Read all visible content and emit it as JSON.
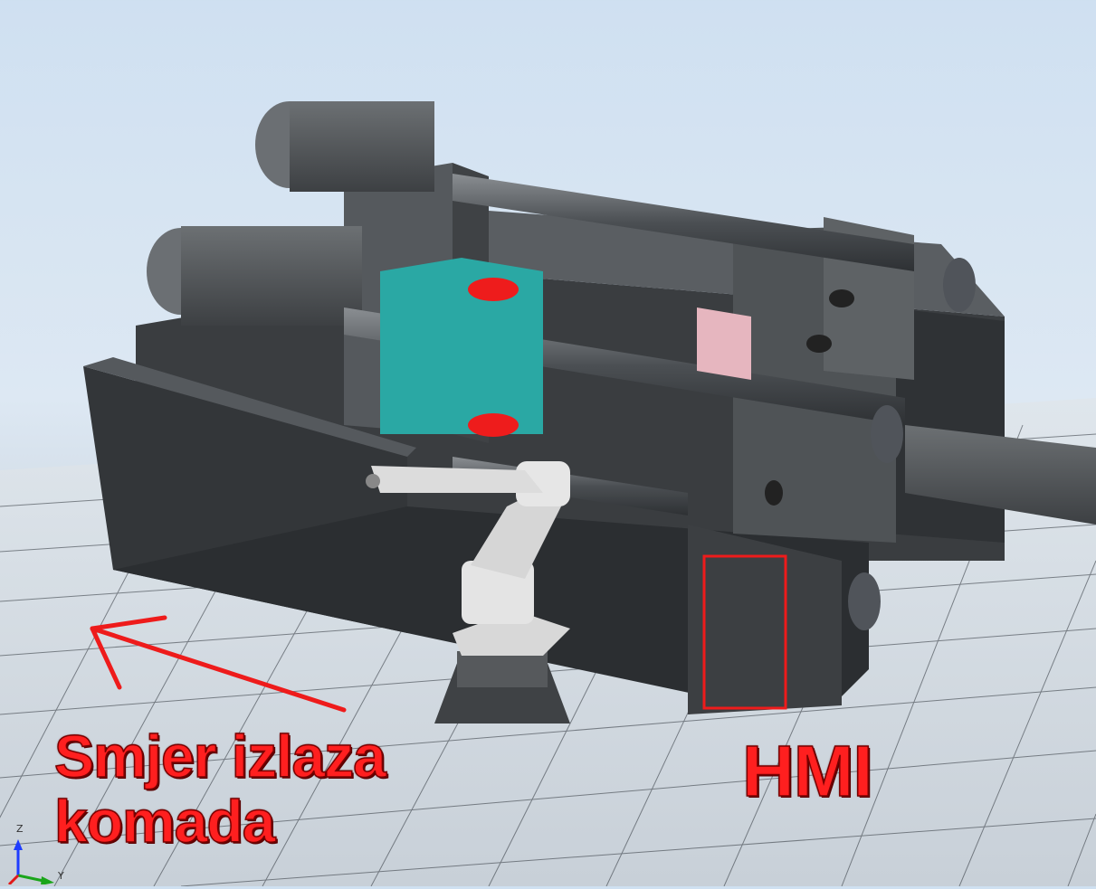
{
  "annotations": {
    "direction_line1": "Smjer izlaza",
    "direction_line2": "komada",
    "hmi": "HMI"
  },
  "axis_gizmo": {
    "z": "Z",
    "y": "Y"
  },
  "colors": {
    "annotation_red": "#ff1f1f",
    "machine_gray": "#4a4d50",
    "mold_cyan": "#2fb7b3",
    "robot_white": "#e4e4e4"
  },
  "icons": {
    "arrow": "left-arrow-icon",
    "axes": "xyz-axis-icon"
  }
}
